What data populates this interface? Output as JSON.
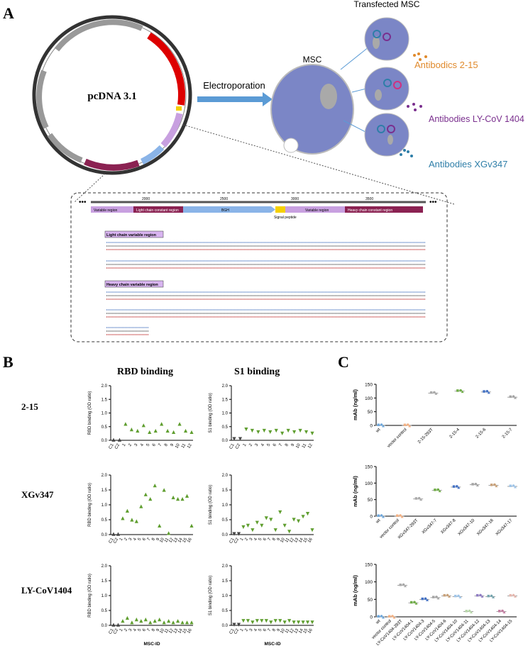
{
  "panel_a": {
    "letter": "A",
    "plasmid_name": "pcDNA 3.1",
    "electroporation_label": "Electroporation",
    "msc_label": "MSC",
    "transfected_label": "Transfected MSC",
    "antibody_labels": [
      {
        "text": "Antibodics 2-15",
        "color": "#e08a2c"
      },
      {
        "text": "Antibodies LY-CoV 1404",
        "color": "#7a2f8e"
      },
      {
        "text": "Antibodies XGv347",
        "color": "#2e7ea8"
      }
    ],
    "map_ticks": [
      "2000",
      "2500",
      "3000",
      "3500"
    ],
    "map_segments": [
      "Variable region",
      "Light chain constant region",
      "BGH",
      "Signal peptide",
      "Variable region",
      "Heavy chain constant region"
    ],
    "light_chain_title": "Light chain variable region",
    "heavy_chain_title": "Heavy chain variable region"
  },
  "panel_b": {
    "letter": "B",
    "col_titles": [
      "RBD binding",
      "S1 binding"
    ],
    "row_labels": [
      "2-15",
      "XGv347",
      "LY-CoV1404"
    ],
    "ylabel_rbd": "RBD binding (OD ratio)",
    "ylabel_s1": "S1 binding (OD ratio)",
    "xlabel": "MSC-ID"
  },
  "panel_c": {
    "letter": "C",
    "ylabel": "mAb (ng/ml)"
  },
  "colors": {
    "green": "#5f9e2f",
    "arrow": "#5b9bd5",
    "cell": "#7b86c6",
    "nucleus": "#a9a9a9"
  },
  "chart_data": [
    {
      "type": "scatter",
      "id": "B-2-15-RBD",
      "ylabel": "RBD binding (OD ratio)",
      "ylim": [
        0,
        2.0
      ],
      "yticks": [
        0,
        0.5,
        1.0,
        1.5,
        2.0
      ],
      "categories": [
        "C1",
        "C2",
        "1",
        "2",
        "3",
        "4",
        "5",
        "6",
        "7",
        "8",
        "9",
        "10",
        "11",
        "12"
      ],
      "values": [
        0.02,
        0.02,
        0.6,
        0.4,
        0.35,
        0.55,
        0.3,
        0.35,
        0.6,
        0.35,
        0.3,
        0.6,
        0.35,
        0.3
      ]
    },
    {
      "type": "scatter",
      "id": "B-2-15-S1",
      "ylabel": "S1 binding (OD ratio)",
      "ylim": [
        0,
        2.0
      ],
      "yticks": [
        0,
        0.5,
        1.0,
        1.5,
        2.0
      ],
      "categories": [
        "C1",
        "C2",
        "1",
        "2",
        "3",
        "4",
        "5",
        "6",
        "7",
        "8",
        "9",
        "10",
        "11",
        "12"
      ],
      "values": [
        0.05,
        0.05,
        0.4,
        0.35,
        0.3,
        0.35,
        0.3,
        0.35,
        0.25,
        0.35,
        0.3,
        0.35,
        0.3,
        0.25
      ]
    },
    {
      "type": "scatter",
      "id": "B-XGv347-RBD",
      "ylabel": "RBD binding (OD ratio)",
      "ylim": [
        0,
        2.0
      ],
      "yticks": [
        0,
        0.5,
        1.0,
        1.5,
        2.0
      ],
      "categories": [
        "C1",
        "C2",
        "1",
        "2",
        "3",
        "4",
        "5",
        "6",
        "7",
        "8",
        "9",
        "10",
        "11",
        "12",
        "13",
        "14",
        "15",
        "16"
      ],
      "values": [
        0.02,
        0.02,
        0.55,
        0.8,
        0.5,
        0.45,
        0.95,
        1.35,
        1.2,
        1.65,
        0.3,
        1.5,
        0.05,
        1.25,
        1.2,
        1.2,
        1.3,
        0.3
      ]
    },
    {
      "type": "scatter",
      "id": "B-XGv347-S1",
      "ylabel": "S1 binding (OD ratio)",
      "ylim": [
        0,
        2.0
      ],
      "yticks": [
        0,
        0.5,
        1.0,
        1.5,
        2.0
      ],
      "categories": [
        "C1",
        "C2",
        "1",
        "2",
        "3",
        "4",
        "5",
        "6",
        "7",
        "8",
        "9",
        "10",
        "11",
        "12",
        "13",
        "14",
        "15",
        "16"
      ],
      "values": [
        0.02,
        0.02,
        0.25,
        0.3,
        0.15,
        0.4,
        0.3,
        0.55,
        0.5,
        0.15,
        0.75,
        0.3,
        0.1,
        0.5,
        0.45,
        0.6,
        0.7,
        0.15
      ]
    },
    {
      "type": "scatter",
      "id": "B-LY-RBD",
      "ylabel": "RBD binding (OD ratio)",
      "xlabel": "MSC-ID",
      "ylim": [
        0,
        2.0
      ],
      "yticks": [
        0,
        0.5,
        1.0,
        1.5,
        2.0
      ],
      "categories": [
        "C1",
        "C2",
        "1",
        "2",
        "3",
        "4",
        "5",
        "6",
        "7",
        "8",
        "9",
        "10",
        "11",
        "12",
        "13",
        "14",
        "15",
        "16"
      ],
      "values": [
        0.02,
        0.02,
        0.15,
        0.25,
        0.1,
        0.2,
        0.15,
        0.2,
        0.1,
        0.15,
        0.2,
        0.1,
        0.15,
        0.1,
        0.15,
        0.1,
        0.1,
        0.1
      ]
    },
    {
      "type": "scatter",
      "id": "B-LY-S1",
      "ylabel": "S1 binding (OD ratio)",
      "xlabel": "MSC-ID",
      "ylim": [
        0,
        2.0
      ],
      "yticks": [
        0,
        0.5,
        1.0,
        1.5,
        2.0
      ],
      "categories": [
        "C1",
        "C2",
        "1",
        "2",
        "3",
        "4",
        "5",
        "6",
        "7",
        "8",
        "9",
        "10",
        "11",
        "12",
        "13",
        "14",
        "15",
        "16"
      ],
      "values": [
        0.02,
        0.02,
        0.15,
        0.15,
        0.1,
        0.15,
        0.15,
        0.15,
        0.1,
        0.15,
        0.15,
        0.1,
        0.15,
        0.1,
        0.1,
        0.1,
        0.1,
        0.1
      ]
    },
    {
      "type": "scatter",
      "id": "C-2-15",
      "ylabel": "mAb (ng/ml)",
      "ylim": [
        0,
        150
      ],
      "yticks": [
        0,
        50,
        100,
        150
      ],
      "categories": [
        "wt",
        "vector control",
        "2-15-293T",
        "2-15-4",
        "2-15-6",
        "2-15-7"
      ],
      "values": [
        0,
        0,
        118,
        125,
        122,
        103
      ]
    },
    {
      "type": "scatter",
      "id": "C-XGv347",
      "ylabel": "mAb (ng/ml)",
      "ylim": [
        0,
        150
      ],
      "yticks": [
        0,
        50,
        100,
        150
      ],
      "categories": [
        "wt",
        "vector control",
        "XGv347-293T",
        "XGv347-7",
        "XGv347-8",
        "XGv347-10",
        "XGv347-16",
        "XGv347-17"
      ],
      "values": [
        0,
        0,
        52,
        78,
        88,
        95,
        93,
        90
      ]
    },
    {
      "type": "scatter",
      "id": "C-LY-CoV1404",
      "ylabel": "mAb (ng/ml)",
      "ylim": [
        0,
        150
      ],
      "yticks": [
        0,
        50,
        100,
        150
      ],
      "categories": [
        "wt",
        "vector control",
        "LY-CoV1404-293T",
        "LY-CoV1404-1",
        "LY-CoV1404-3",
        "LY-CoV1404-5",
        "LY-CoV1404-6",
        "LY-CoV1404-10",
        "LY-CoV1404-11",
        "LY-CoV1404-12",
        "LY-CoV1404-13",
        "LY-CoV1404-14",
        "LY-CoV1404-15"
      ],
      "values": [
        0,
        0,
        90,
        40,
        50,
        55,
        60,
        58,
        15,
        60,
        58,
        15,
        60
      ]
    }
  ]
}
